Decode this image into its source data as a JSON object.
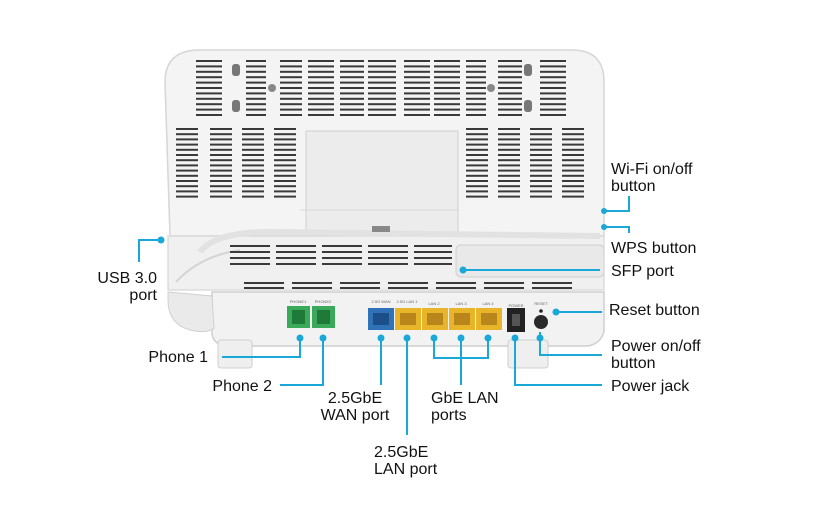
{
  "diagram": {
    "colors": {
      "callout": "#1aa8d8",
      "body": "#f4f4f4",
      "vents": "#3a3a3a",
      "phone_port": "#3aaa5a",
      "wan_port": "#2f72b8",
      "lan_port": "#e8b52a"
    },
    "port_labels": {
      "phone1": "PHONE1",
      "phone2": "PHONE2",
      "wan": "2.5G WAN",
      "lan1": "2.5G LAN 1",
      "lan2": "LAN 2",
      "lan3": "LAN 3",
      "lan4": "LAN 4",
      "power": "POWER",
      "reset": "RESET"
    },
    "callouts": {
      "wifi_button": [
        "Wi-Fi on/off",
        "button"
      ],
      "wps_button": [
        "WPS button"
      ],
      "sfp_port": [
        "SFP port"
      ],
      "reset_button": [
        "Reset button"
      ],
      "power_button": [
        "Power on/off",
        "button"
      ],
      "power_jack": [
        "Power jack"
      ],
      "usb_port": [
        "USB 3.0",
        "port"
      ],
      "phone1": [
        "Phone 1"
      ],
      "phone2": [
        "Phone 2"
      ],
      "wan_port": [
        "2.5GbE",
        "WAN port"
      ],
      "gbe_lan": [
        "GbE LAN",
        "ports"
      ],
      "lan_port": [
        "2.5GbE",
        "LAN port"
      ]
    }
  }
}
